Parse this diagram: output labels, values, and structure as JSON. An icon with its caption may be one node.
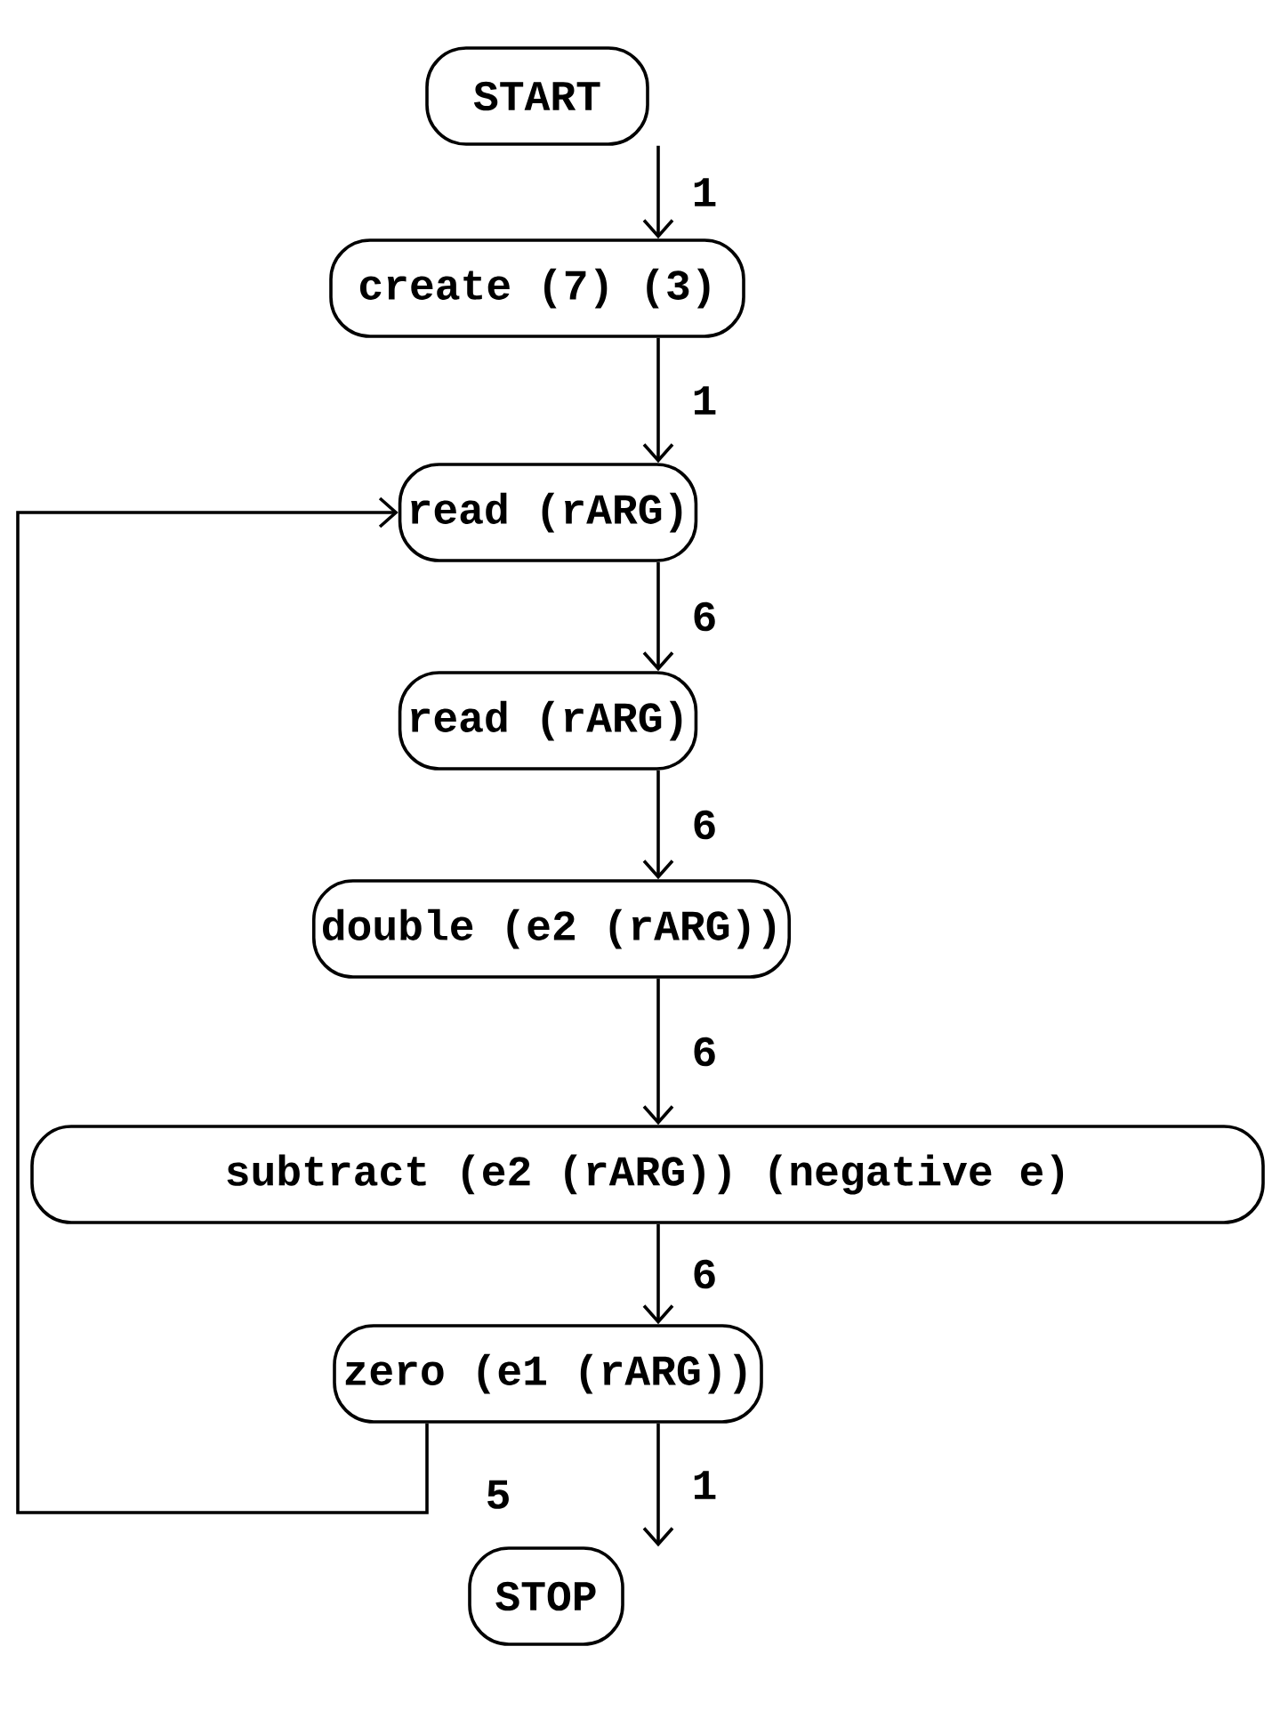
{
  "diagram": {
    "nodes": [
      {
        "text": [
          "START"
        ]
      },
      {
        "text": [
          "create (7) (3)"
        ]
      },
      {
        "text": [
          "read (rARG)"
        ]
      },
      {
        "text": [
          "read (rARG)"
        ]
      },
      {
        "text": [
          "double (e2 (rARG))"
        ]
      },
      {
        "text": [
          "subtract (e2 (rARG)) (negative e)"
        ]
      },
      {
        "text": [
          "zero (e1 (rARG))"
        ]
      },
      {
        "text": [
          "STOP"
        ]
      }
    ],
    "edges": [
      {
        "from": 0,
        "to": 1,
        "arrow": "to",
        "label": "1"
      },
      {
        "from": 1,
        "to": 2,
        "arrow": "to",
        "label": "1"
      },
      {
        "from": 2,
        "to": 3,
        "arrow": "to",
        "label": "6"
      },
      {
        "from": 3,
        "to": 4,
        "arrow": "to",
        "label": "6"
      },
      {
        "from": 4,
        "to": 5,
        "arrow": "to",
        "label": "6"
      },
      {
        "from": 5,
        "to": 6,
        "arrow": "to",
        "label": "6"
      },
      {
        "from": 6,
        "to": 7,
        "arrow": "to",
        "label": "1"
      },
      {
        "from": 6,
        "to": 2,
        "arrow": "to",
        "label": "5"
      }
    ]
  }
}
